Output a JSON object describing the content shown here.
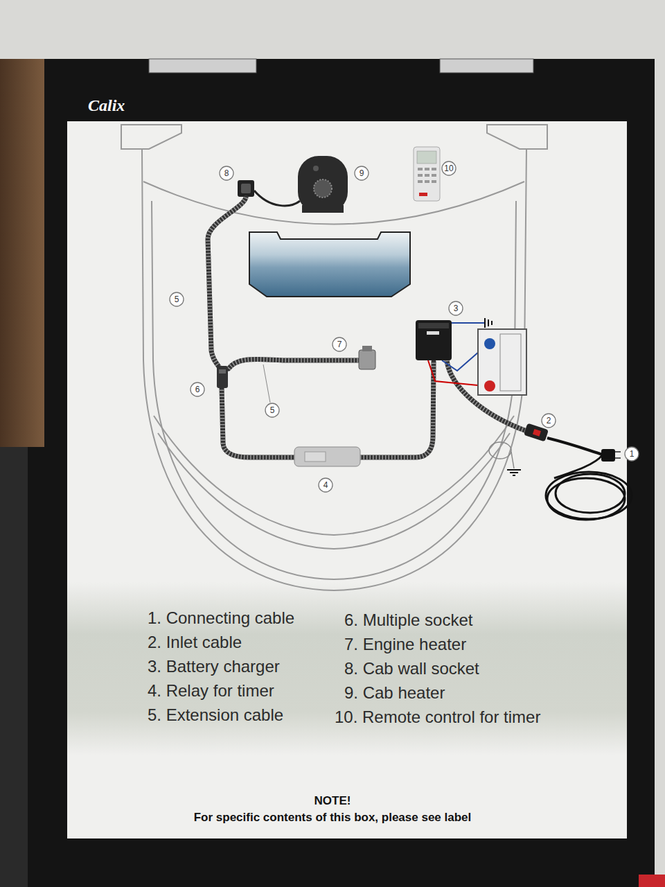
{
  "diagram": {
    "nodes": [
      {
        "text": [
          "8"
        ]
      },
      {
        "text": [
          "9"
        ]
      },
      {
        "text": [
          "10"
        ]
      },
      {
        "text": [
          "5"
        ]
      },
      {
        "text": [
          "3"
        ]
      },
      {
        "text": [
          "7"
        ]
      },
      {
        "text": [
          "6"
        ]
      },
      {
        "text": [
          "5"
        ]
      },
      {
        "text": [
          "2"
        ]
      },
      {
        "text": [
          "1"
        ]
      },
      {
        "text": [
          "4"
        ]
      }
    ],
    "labels": [
      "Calix",
      "1. Connecting cable",
      "2. Inlet cable",
      "3. Battery charger",
      "4. Relay for timer",
      "5. Extension cable",
      "6. Multiple socket",
      "7. Engine heater",
      "8. Cab wall socket",
      "9. Cab heater",
      "10. Remote control for timer",
      "NOTE!",
      "For specific contents of this box, please see label"
    ]
  }
}
